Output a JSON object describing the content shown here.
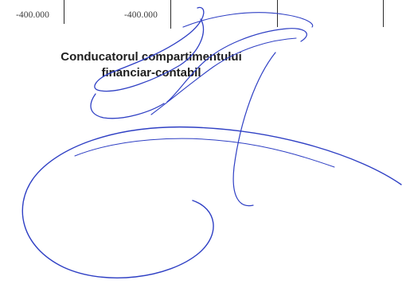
{
  "table_row": {
    "values": [
      "-400.000",
      "-400.000"
    ]
  },
  "signatory": {
    "title_line1": "Conducatorul compartimentului",
    "title_line2": "financiar-contabil"
  },
  "signature": {
    "ink_color": "#2e3fc4"
  }
}
